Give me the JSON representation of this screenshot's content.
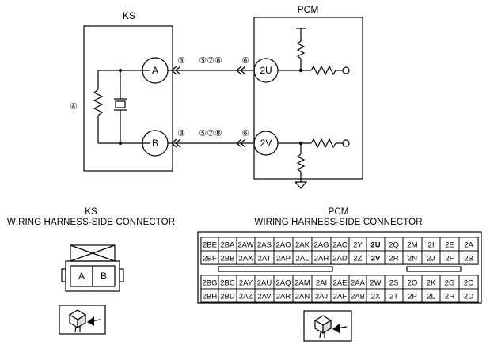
{
  "schematic": {
    "ks_title": "KS",
    "pcm_title": "PCM",
    "terminal_a": "A",
    "terminal_b": "B",
    "pcm_pin_upper": "2U",
    "pcm_pin_lower": "2V",
    "callouts_left": "③",
    "callouts_mid": "⑤⑦⑧",
    "callouts_right": "⑥",
    "callout_sensor": "④"
  },
  "ks_connector": {
    "title": "KS",
    "subtitle": "WIRING HARNESS-SIDE CONNECTOR",
    "pins": [
      "A",
      "B"
    ]
  },
  "pcm_connector": {
    "title": "PCM",
    "subtitle": "WIRING HARNESS-SIDE CONNECTOR",
    "upper_rows": [
      [
        "2BE",
        "2BA",
        "2AW",
        "2AS",
        "2AO",
        "2AK",
        "2AG",
        "2AC",
        "2Y",
        "2U",
        "2Q",
        "2M",
        "2I",
        "2E",
        "2A"
      ],
      [
        "2BF",
        "2BB",
        "2AX",
        "2AT",
        "2AP",
        "2AL",
        "2AH",
        "2AD",
        "2Z",
        "2V",
        "2R",
        "2N",
        "2J",
        "2F",
        "2B"
      ]
    ],
    "lower_rows": [
      [
        "2BG",
        "2BC",
        "2AY",
        "2AU",
        "2AQ",
        "2AM",
        "2AI",
        "2AE",
        "2AA",
        "2W",
        "2S",
        "2O",
        "2K",
        "2G",
        "2C"
      ],
      [
        "2BH",
        "2BD",
        "2AZ",
        "2AV",
        "2AR",
        "2AN",
        "2AJ",
        "2AF",
        "2AB",
        "2X",
        "2T",
        "2P",
        "2L",
        "2H",
        "2D"
      ]
    ],
    "highlighted": [
      "2U",
      "2V"
    ]
  }
}
